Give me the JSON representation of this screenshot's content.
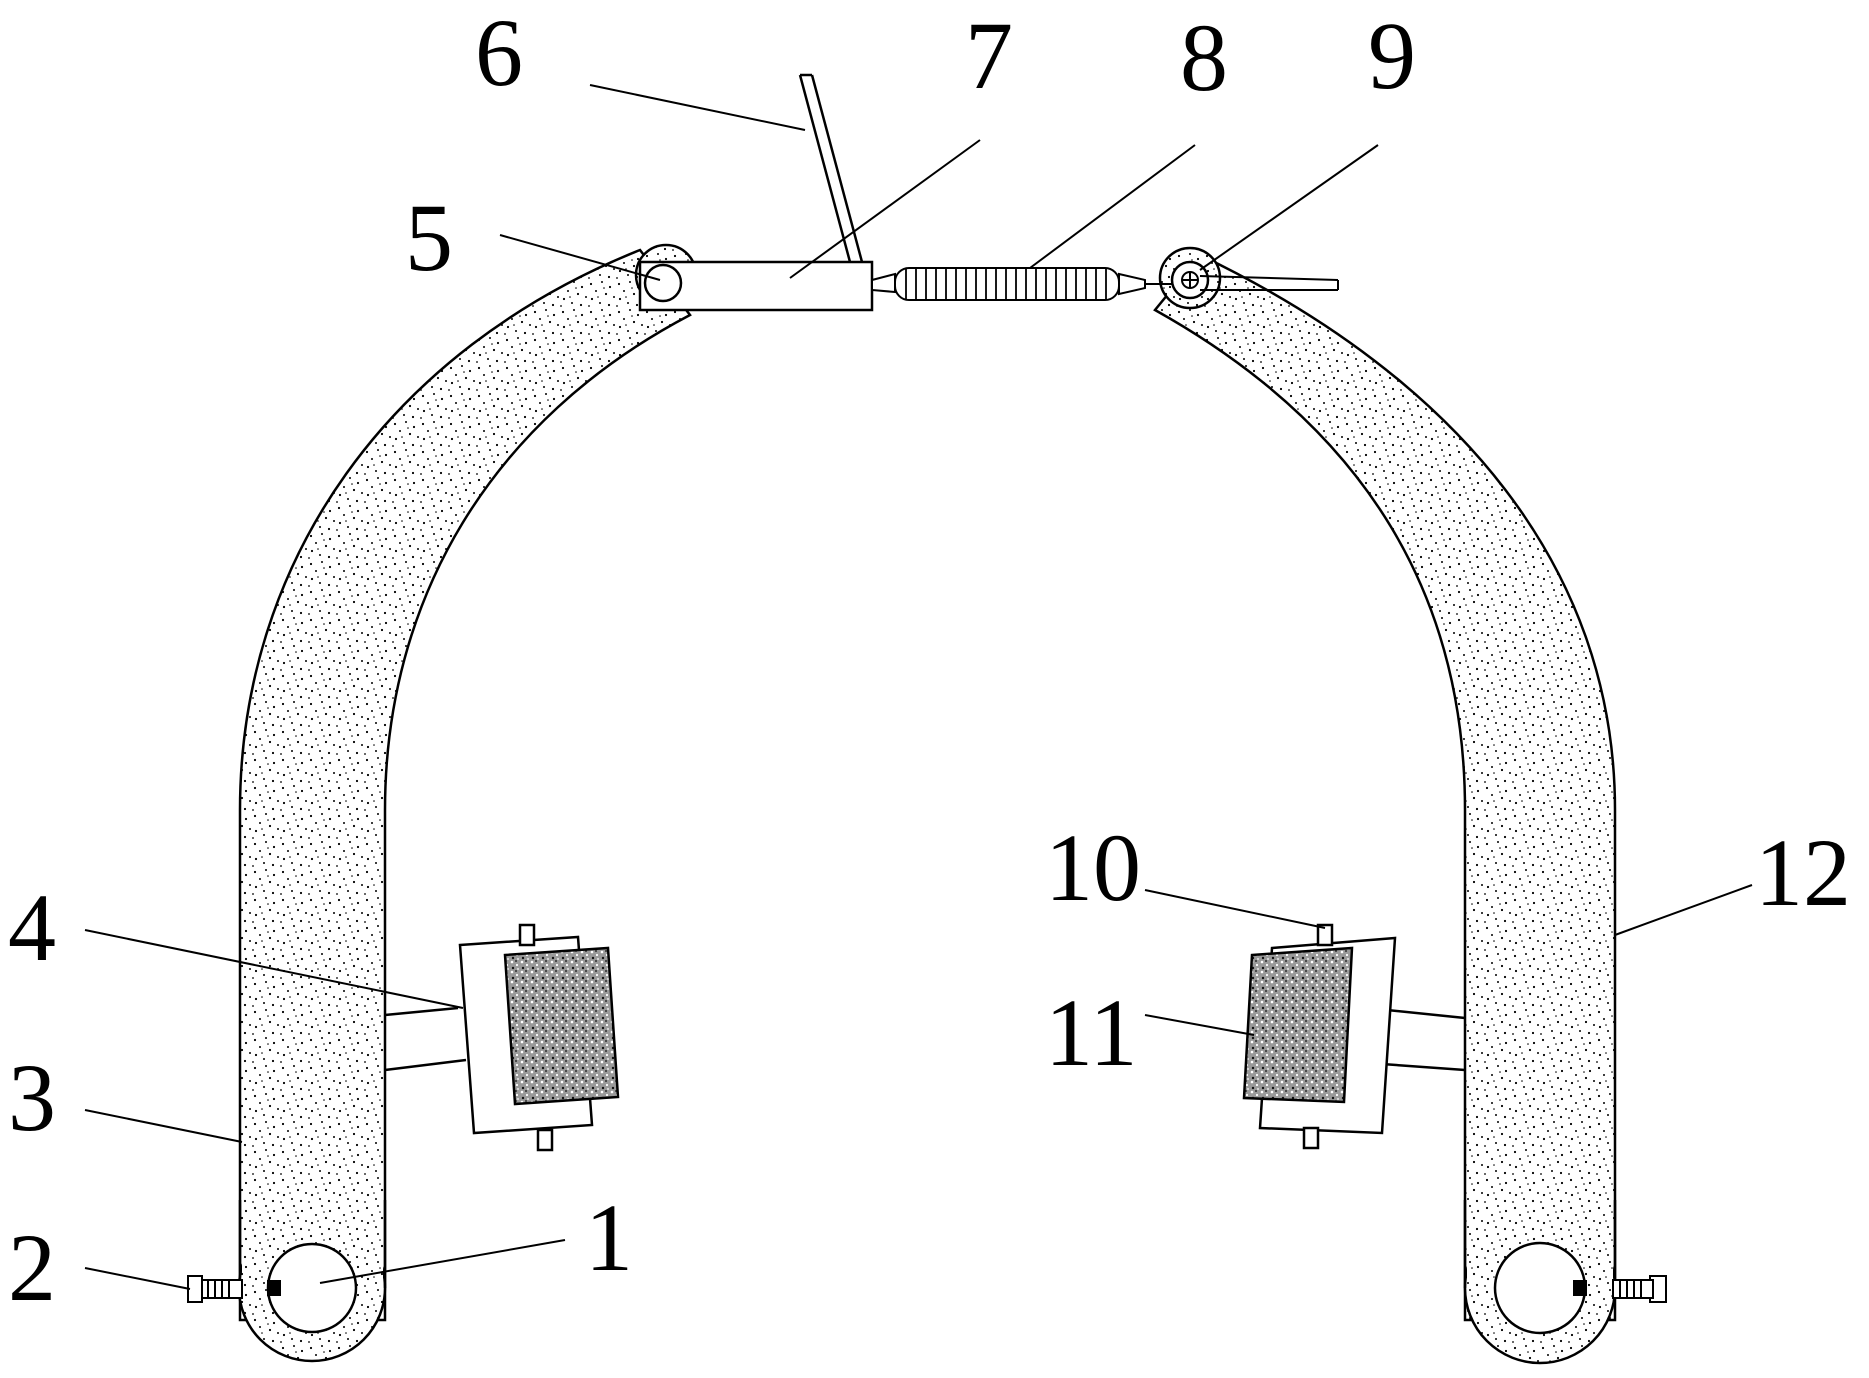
{
  "colors": {
    "line": "#000000",
    "body_fill": "#ffffff",
    "pad_fill": "#9a9a9a"
  },
  "diagram": {
    "labels": [
      "1",
      "2",
      "3",
      "4",
      "5",
      "6",
      "7",
      "8",
      "9",
      "10",
      "11",
      "12"
    ]
  }
}
